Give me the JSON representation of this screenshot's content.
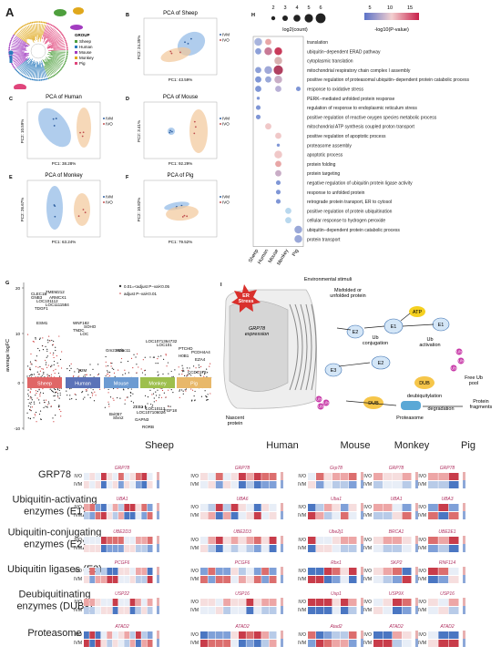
{
  "panelA": {
    "letter": "A",
    "legend_title": "GROUP",
    "groups": [
      {
        "name": "Sheep",
        "color": "#4e9f3d"
      },
      {
        "name": "Human",
        "color": "#2b7bbd"
      },
      {
        "name": "Mouse",
        "color": "#a23cc0"
      },
      {
        "name": "Monkey",
        "color": "#e0a81c"
      },
      {
        "name": "Pig",
        "color": "#e0457b"
      }
    ]
  },
  "pca": [
    {
      "letter": "B",
      "title": "PCA of Sheep",
      "xlabel": "PC1: 43.59%",
      "ylabel": "PC2: 24.35%"
    },
    {
      "letter": "C",
      "title": "PCA of Human",
      "xlabel": "PC1: 38.28%",
      "ylabel": "PC2: 10.59%"
    },
    {
      "letter": "D",
      "title": "PCA of Mouse",
      "xlabel": "PC1: 92.29%",
      "ylabel": "PC2: 3.41%"
    },
    {
      "letter": "E",
      "title": "PCA of Monkey",
      "xlabel": "PC1: 63.24%",
      "ylabel": "PC2: 26.67%"
    },
    {
      "letter": "F",
      "title": "PCA of Pig",
      "xlabel": "PC1: 79.52%",
      "ylabel": "PC2: 10.82%"
    }
  ],
  "pca_legend": {
    "ivm": "IVM",
    "ivo": "IVO"
  },
  "panelG": {
    "letter": "G",
    "ylabel": "average logFC",
    "yticks": [
      "20",
      "10",
      "0",
      "-10"
    ],
    "legend": [
      "0.01=<adjust P−val<0.05",
      "adjust P−val<0.01"
    ],
    "species": [
      {
        "name": "Sheep",
        "color": "#e06666"
      },
      {
        "name": "Human",
        "color": "#5b72b8"
      },
      {
        "name": "Mouse",
        "color": "#6c9bd2"
      },
      {
        "name": "Monkey",
        "color": "#9dbf4c"
      },
      {
        "name": "Pig",
        "color": "#e8b86a"
      }
    ],
    "labels": [
      "CLEC1B",
      "TMEM212",
      "GNB3",
      "ARMCX1",
      "LOC101112",
      "LOC1111584",
      "TDGF1",
      "ESM1",
      "WNF182",
      "SOHO",
      "TNDC",
      "LOC",
      "B2M",
      "Gm23424",
      "Hdac11",
      "LOC1071364732",
      "LOC101",
      "PTCHD",
      "PCDH4A4",
      "H0B1",
      "EZA4",
      "CCDC178",
      "Sfxn2",
      "Bvi057",
      "ZEB2",
      "GAPN3",
      "LOC107106026",
      "LOC10113",
      "RORB",
      "FGF18"
    ]
  },
  "panelH": {
    "letter": "H",
    "size_title": "log2(count)",
    "size_ticks": [
      "2",
      "3",
      "4",
      "5",
      "6"
    ],
    "color_title": "-log10(P-value)",
    "color_ticks": [
      "5",
      "10",
      "15"
    ],
    "columns": [
      "Sheep",
      "Human",
      "Mouse",
      "Monkey",
      "Pig"
    ],
    "terms": [
      "translation",
      "ubiquitin−dependent ERAD pathway",
      "cytoplasmic translation",
      "mitochondrial respiratory chain complex I assembly",
      "positive regulation of proteasomal ubiquitin−dependent protein catabolic process",
      "response to oxidative stress",
      "PERK−mediated unfolded protein response",
      "regulation of response to endoplasmic reticulum stress",
      "positive regulation of reactive oxygen species metabolic process",
      "mitochondrial ATP synthesis coupled proton transport",
      "positive regulation of apoptotic process",
      "proteasome assembly",
      "apoptotic process",
      "protein folding",
      "protein targeting",
      "negative regulation of ubiquitin protein ligase activity",
      "response to unfolded protein",
      "retrograde protein transport, ER to cytosol",
      "positive regulation of protein ubiquitination",
      "cellular response to hydrogen peroxide",
      "ubiquitin−dependent protein catabolic process",
      "protein transport"
    ],
    "dots": [
      [
        [
          5,
          "#a8b4dd"
        ],
        [
          4,
          "#e8a6a6"
        ],
        [
          0,
          ""
        ],
        [
          0,
          ""
        ],
        [
          0,
          ""
        ]
      ],
      [
        [
          4,
          "#8da0d8"
        ],
        [
          5,
          "#c87a96"
        ],
        [
          5,
          "#c83a5a"
        ],
        [
          0,
          ""
        ],
        [
          0,
          ""
        ]
      ],
      [
        [
          0,
          ""
        ],
        [
          0,
          ""
        ],
        [
          5,
          "#d9b0b0"
        ],
        [
          0,
          ""
        ],
        [
          0,
          ""
        ]
      ],
      [
        [
          4,
          "#8da0d8"
        ],
        [
          5,
          "#a0a8d8"
        ],
        [
          6,
          "#b04060"
        ],
        [
          0,
          ""
        ],
        [
          0,
          ""
        ]
      ],
      [
        [
          4,
          "#7f96d6"
        ],
        [
          4,
          "#9aa8d8"
        ],
        [
          5,
          "#c9adc6"
        ],
        [
          0,
          ""
        ],
        [
          0,
          ""
        ]
      ],
      [
        [
          4,
          "#7f96d6"
        ],
        [
          0,
          ""
        ],
        [
          4,
          "#b9b0d6"
        ],
        [
          0,
          ""
        ],
        [
          3,
          "#7f96d6"
        ]
      ],
      [
        [
          2,
          "#7f96d6"
        ],
        [
          0,
          ""
        ],
        [
          0,
          ""
        ],
        [
          0,
          ""
        ],
        [
          0,
          ""
        ]
      ],
      [
        [
          3,
          "#7f96d6"
        ],
        [
          0,
          ""
        ],
        [
          0,
          ""
        ],
        [
          0,
          ""
        ],
        [
          0,
          ""
        ]
      ],
      [
        [
          3,
          "#7f96d6"
        ],
        [
          0,
          ""
        ],
        [
          0,
          ""
        ],
        [
          0,
          ""
        ],
        [
          0,
          ""
        ]
      ],
      [
        [
          0,
          ""
        ],
        [
          4,
          "#f0c8c8"
        ],
        [
          0,
          ""
        ],
        [
          0,
          ""
        ],
        [
          0,
          ""
        ]
      ],
      [
        [
          0,
          ""
        ],
        [
          0,
          ""
        ],
        [
          4,
          "#f0c8c8"
        ],
        [
          0,
          ""
        ],
        [
          0,
          ""
        ]
      ],
      [
        [
          0,
          ""
        ],
        [
          0,
          ""
        ],
        [
          2,
          "#7f96d6"
        ],
        [
          0,
          ""
        ],
        [
          0,
          ""
        ]
      ],
      [
        [
          0,
          ""
        ],
        [
          0,
          ""
        ],
        [
          5,
          "#f0c8c8"
        ],
        [
          0,
          ""
        ],
        [
          0,
          ""
        ]
      ],
      [
        [
          0,
          ""
        ],
        [
          0,
          ""
        ],
        [
          4,
          "#e8a6a6"
        ],
        [
          0,
          ""
        ],
        [
          0,
          ""
        ]
      ],
      [
        [
          0,
          ""
        ],
        [
          0,
          ""
        ],
        [
          4,
          "#c9adc6"
        ],
        [
          0,
          ""
        ],
        [
          0,
          ""
        ]
      ],
      [
        [
          0,
          ""
        ],
        [
          0,
          ""
        ],
        [
          3,
          "#7f96d6"
        ],
        [
          0,
          ""
        ],
        [
          0,
          ""
        ]
      ],
      [
        [
          0,
          ""
        ],
        [
          0,
          ""
        ],
        [
          3,
          "#7f96d6"
        ],
        [
          0,
          ""
        ],
        [
          0,
          ""
        ]
      ],
      [
        [
          0,
          ""
        ],
        [
          0,
          ""
        ],
        [
          3,
          "#7f96d6"
        ],
        [
          0,
          ""
        ],
        [
          0,
          ""
        ]
      ],
      [
        [
          0,
          ""
        ],
        [
          0,
          ""
        ],
        [
          0,
          ""
        ],
        [
          4,
          "#b9d8ee"
        ],
        [
          0,
          ""
        ]
      ],
      [
        [
          0,
          ""
        ],
        [
          0,
          ""
        ],
        [
          0,
          ""
        ],
        [
          4,
          "#b9d8ee"
        ],
        [
          0,
          ""
        ]
      ],
      [
        [
          0,
          ""
        ],
        [
          0,
          ""
        ],
        [
          0,
          ""
        ],
        [
          0,
          ""
        ],
        [
          5,
          "#9aa8d8"
        ]
      ],
      [
        [
          0,
          ""
        ],
        [
          0,
          ""
        ],
        [
          0,
          ""
        ],
        [
          0,
          ""
        ],
        [
          5,
          "#9aa8d8"
        ]
      ]
    ]
  },
  "panelI": {
    "letter": "I",
    "er_stress": "ER\nStress",
    "env": "Environmental stimuli",
    "grp78": "GRP78\nexpression",
    "misfolded": "Misfolded or\nunfolded protein",
    "nascent": "Nascent\nprotein",
    "ub_conj": "Ub\nconjugation",
    "ub_act": "Ub\nactivation",
    "atp": "ATP",
    "free_ub": "Free Ub\npool",
    "deubiq": "deubiquitylation",
    "dub": "DUB",
    "degradation": "degradation",
    "proteasome": "Proteasome",
    "fragments": "Protein\nfragments",
    "e1": "E1",
    "e2": "E2",
    "e3": "E3",
    "ub": "Ub"
  },
  "panelJ": {
    "letter": "J",
    "species": [
      "Sheep",
      "Human",
      "Mouse",
      "Monkey",
      "Pig"
    ],
    "ivo": "IVO",
    "ivm": "IVM",
    "rows": [
      {
        "label": "GRP78",
        "genes": [
          "GRP78",
          "GRP78",
          "Grp78",
          "GRP78",
          "GRP78"
        ]
      },
      {
        "label": "Ubiquitin-activating\nenzymes (E1)",
        "genes": [
          "UBA1",
          "UBA6",
          "Uba1",
          "UBA1",
          "UBA3"
        ]
      },
      {
        "label": "Ubiquitin-conjugating\nenzymes (E2)",
        "genes": [
          "UBE2D3",
          "UBE2D3",
          "Ube2j1",
          "BRCA1",
          "UBE2E1"
        ]
      },
      {
        "label": "Ubiquitin ligases (E3)",
        "genes": [
          "PCGF6",
          "PCGF6",
          "Rbx1",
          "SKP2",
          "RNF114"
        ]
      },
      {
        "label": "Deubiquitinating\nenzymes (DUBs)",
        "genes": [
          "USP22",
          "USP16",
          "Usp1",
          "USP9X",
          "USP16"
        ]
      },
      {
        "label": "Proteasome",
        "genes": [
          "ATAD2",
          "ATAD2",
          "Atad2",
          "ATAD2",
          "ATAD2"
        ]
      }
    ]
  }
}
